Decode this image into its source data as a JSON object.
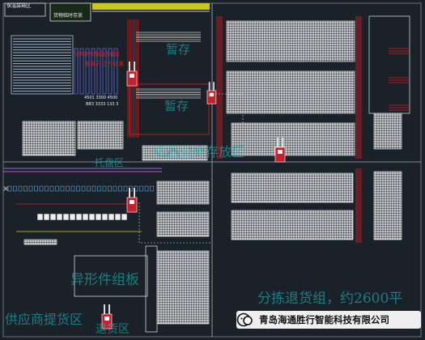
{
  "labels": {
    "top_left_1": "保温装箱区",
    "top_left_2": "货物临时存放",
    "red_note_1": "货物存储成品堆放",
    "red_note_2": "堆垛尺寸为标准",
    "tiny_1": "4501 3300 4500",
    "tiny_2": "BB3 3333 133 3",
    "zancun_1": "暂存",
    "zancun_2": "暂存",
    "outbound_zone": "成品出库存放区",
    "pallet_zone": "托盘区",
    "irregular_zone": "异形件组板",
    "supplier_zone": "供应商提货区",
    "sorting_zone": "分拣退货组，约2600平",
    "bottom_mid": "退货区",
    "corner_x": "×"
  },
  "watermark": {
    "icon": "wechat-official-account-icon",
    "company": "青岛海通胜行智能科技有限公司"
  },
  "colors": {
    "background": "#1b2128",
    "zone_text": "#1ec8d2",
    "rack_grid": "#e6e6e6",
    "aisle_red": "#d81e1e",
    "agv_body": "#c0232b"
  }
}
